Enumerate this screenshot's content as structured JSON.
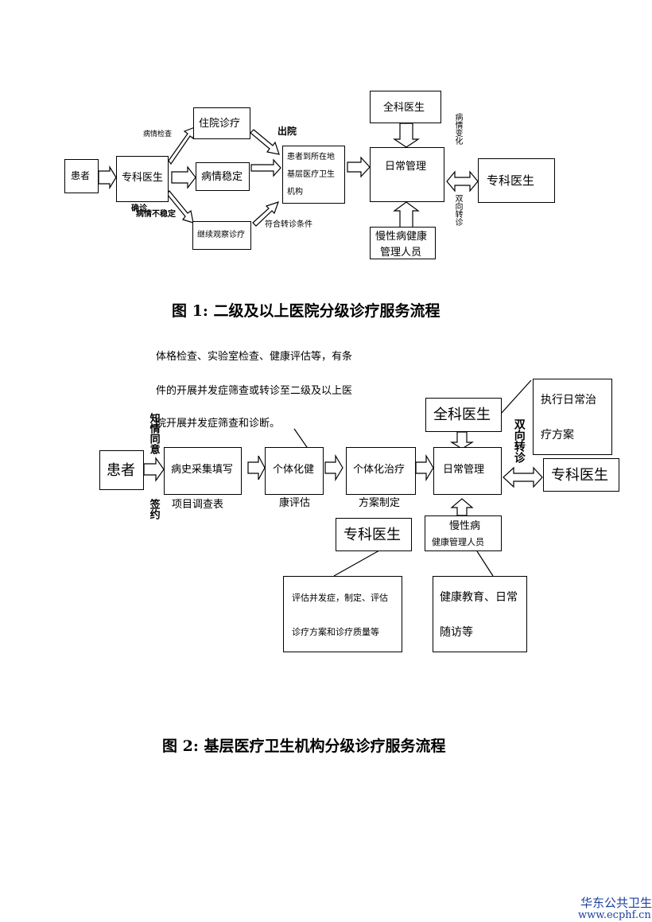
{
  "fig1": {
    "caption": "图 1:  二级及以上医院分级诊疗服务流程",
    "patient": "患者",
    "specialist": "专科医生",
    "inpatient": "住院诊疗",
    "stable": "病情稳定",
    "observe": "继续观察诊疗",
    "community_l1": "患者到所在地",
    "community_l2": "基层医疗卫生",
    "community_l3": "机构",
    "gp": "全科医生",
    "daily": "日常管理",
    "specialist_right": "专科医生",
    "chronic_l1": "慢性病健康",
    "chronic_l2": "管理人员",
    "lbl_check": "病情检查",
    "lbl_confirm": "确诊",
    "lbl_unstable": "病情不稳定",
    "lbl_discharge": "出院",
    "lbl_criteria": "符合转诊条件",
    "lbl_change": "病情变化",
    "lbl_referral": "双向转诊"
  },
  "fig2": {
    "caption": "图 2:  基层医疗卫生机构分级诊疗服务流程",
    "note_l1": "体格检查、实验室检查、健康评估等，有条",
    "note_l2": "件的开展并发症筛查或转诊至二级及以上医",
    "note_l3": "院开展并发症筛查和诊断。",
    "consent": "知情同意",
    "sign": "签约",
    "patient": "患者",
    "history": "病史采集填写",
    "survey": "项目调查表",
    "assess_top": "个体化健",
    "assess_bottom": "康评估",
    "treat_top": "个体化治疗",
    "treat_bottom": "方案制定",
    "daily": "日常管理",
    "gp": "全科医生",
    "exec_l1": "执行日常治",
    "exec_l2": "疗方案",
    "referral": "双向转诊",
    "specialist_right": "专科医生",
    "specialist": "专科医生",
    "chronic_l1": "慢性病",
    "chronic_l2": "健康管理人员",
    "eval_l1": "评估并发症，制定、评估",
    "eval_l2": "诊疗方案和诊疗质量等",
    "edu_l1": "健康教育、日常",
    "edu_l2": "随访等"
  },
  "footer": {
    "name": "华东公共卫生",
    "url": "www.ecphf.cn"
  }
}
